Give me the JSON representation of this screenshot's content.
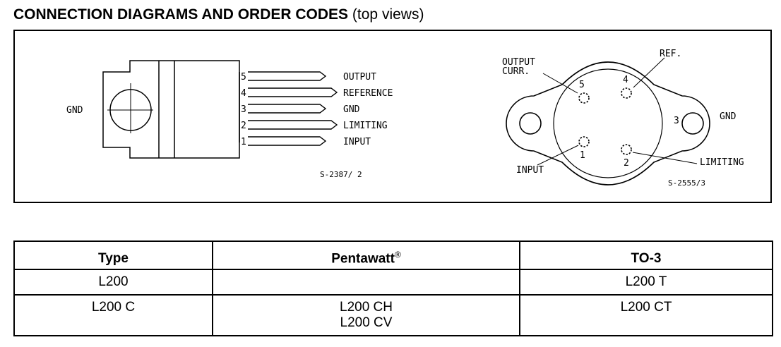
{
  "heading": {
    "bold": "CONNECTION DIAGRAMS AND ORDER CODES",
    "normal": "(top views)"
  },
  "pentawatt": {
    "gnd": "GND",
    "pins": [
      {
        "num": "5",
        "label": "OUTPUT"
      },
      {
        "num": "4",
        "label": "REFERENCE"
      },
      {
        "num": "3",
        "label": "GND"
      },
      {
        "num": "2",
        "label": "LIMITING"
      },
      {
        "num": "1",
        "label": "INPUT"
      }
    ],
    "code": "S-2387/ 2"
  },
  "to3": {
    "output_curr_1": "OUTPUT",
    "output_curr_2": "CURR.",
    "ref": "REF.",
    "gnd": "GND",
    "limiting": "LIMITING",
    "input": "INPUT",
    "pin1": "1",
    "pin2": "2",
    "pin3": "3",
    "pin4": "4",
    "pin5": "5",
    "code": "S-2555/3"
  },
  "table": {
    "headers": {
      "type": "Type",
      "pentawatt": "Pentawatt",
      "reg": "®",
      "to3": "TO-3"
    },
    "rows": [
      {
        "type": "L200",
        "pentawatt": [
          "",
          ""
        ],
        "to3": "L200 T"
      },
      {
        "type": "L200 C",
        "pentawatt": [
          "L200 CH",
          "L200 CV"
        ],
        "to3": "L200 CT"
      }
    ]
  }
}
